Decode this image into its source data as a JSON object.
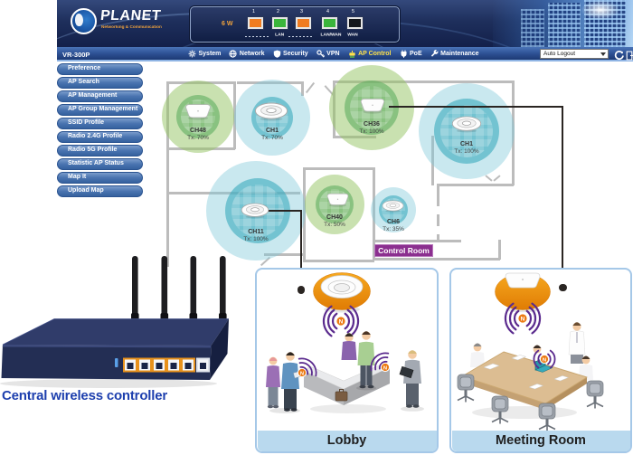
{
  "banner": {
    "brand": "PLANET",
    "brand_sub": "Networking & Communication",
    "wattage": "6 W",
    "ports": [
      {
        "num": "1",
        "status": "orange"
      },
      {
        "num": "2",
        "status": "green"
      },
      {
        "num": "3",
        "status": "orange"
      },
      {
        "num": "4",
        "status": "green"
      },
      {
        "num": "5",
        "status": "off"
      }
    ],
    "group_lan": "LAN",
    "group_lanwan": "LAN/WAN",
    "group_wan": "WAN"
  },
  "navbar": {
    "device": "VR-300P",
    "items": [
      {
        "label": "System"
      },
      {
        "label": "Network"
      },
      {
        "label": "Security"
      },
      {
        "label": "VPN"
      },
      {
        "label": "AP Control"
      },
      {
        "label": "PoE"
      },
      {
        "label": "Maintenance"
      }
    ],
    "auto_logout": "Auto Logout"
  },
  "sidebar": {
    "items": [
      {
        "label": "Preference"
      },
      {
        "label": "AP Search"
      },
      {
        "label": "AP Management"
      },
      {
        "label": "AP Group Management"
      },
      {
        "label": "SSID Profile"
      },
      {
        "label": "Radio 2.4G Profile"
      },
      {
        "label": "Radio 5G Profile"
      },
      {
        "label": "Statistic AP Status"
      },
      {
        "label": "Map It"
      },
      {
        "label": "Upload Map"
      }
    ]
  },
  "map": {
    "aps": [
      {
        "ch": "CH48",
        "tx": "Tx: 70%",
        "band": "2.4G-green",
        "ap_type": "dome"
      },
      {
        "ch": "CH1",
        "tx": "Tx: 70%",
        "band": "5G-blue",
        "ap_type": "saucer"
      },
      {
        "ch": "CH36",
        "tx": "Tx: 100%",
        "band": "2.4G-green",
        "ap_type": "dome"
      },
      {
        "ch": "CH1",
        "tx": "Tx: 100%",
        "band": "5G-blue",
        "ap_type": "saucer"
      },
      {
        "ch": "CH11",
        "tx": "Tx: 100%",
        "band": "5G-blue",
        "ap_type": "saucer"
      },
      {
        "ch": "CH40",
        "tx": "Tx: 50%",
        "band": "2.4G-green",
        "ap_type": "dome"
      },
      {
        "ch": "CH6",
        "tx": "Tx: 35%",
        "band": "5G-blue",
        "ap_type": "saucer"
      }
    ],
    "control_room_label": "Control Room"
  },
  "rooms": {
    "lobby_label": "Lobby",
    "meeting_label": "Meeting Room",
    "n_badge": "N"
  },
  "caption": "Central wireless controller",
  "colors": {
    "ap_active_text": "#ffe24a",
    "control_room_bg": "#8b2f8f",
    "wifi_arc_purple": "#5b2b8e",
    "n_badge_orange": "#ec7a12",
    "port_orange": "#f07c20",
    "port_green": "#3cb53c",
    "coverage_green": "#8cc88a",
    "coverage_blue": "#7cc5ce",
    "caption_blue": "#1d3fae"
  }
}
